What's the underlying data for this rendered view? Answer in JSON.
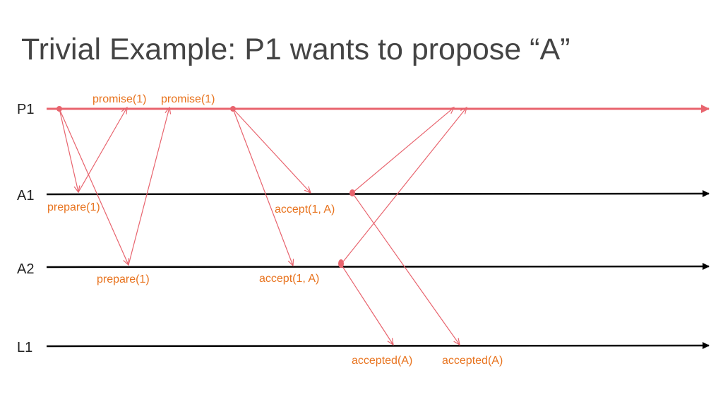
{
  "title": "Trivial Example: P1 wants to propose “A”",
  "colors": {
    "message": "#e8646e",
    "message_label": "#e8731e",
    "timeline": "#000000",
    "proposer_line": "#e8646e"
  },
  "processes": {
    "p1": "P1",
    "a1": "A1",
    "a2": "A2",
    "l1": "L1"
  },
  "messages": {
    "prepare_a1": "prepare(1)",
    "prepare_a2": "prepare(1)",
    "promise_a1": "promise(1)",
    "promise_a2": "promise(1)",
    "accept_a1": "accept(1, A)",
    "accept_a2": "accept(1, A)",
    "accepted_a2": "accepted(A)",
    "accepted_a1": "accepted(A)"
  }
}
